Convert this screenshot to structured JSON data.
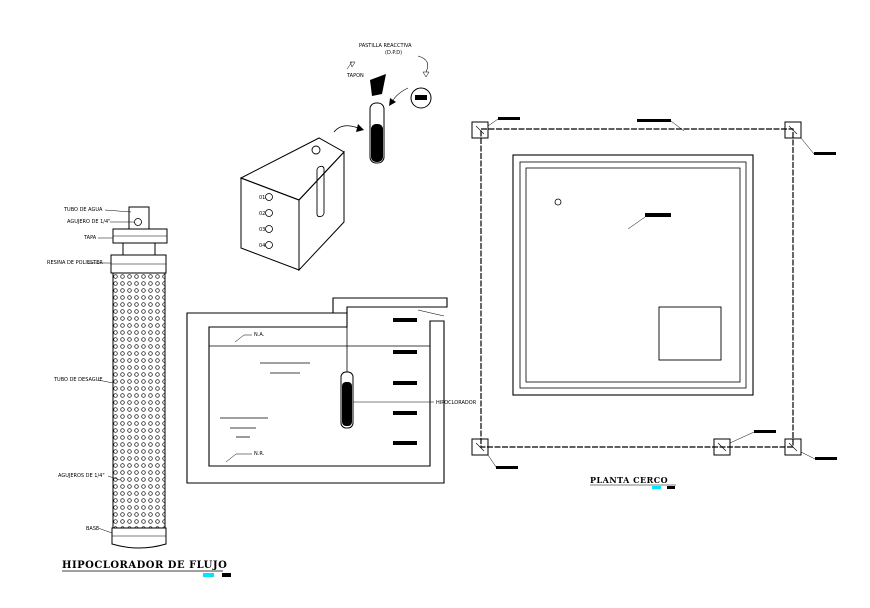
{
  "filter": {
    "labels": {
      "tubo_agua": "TUBO DE AGUA",
      "agujero": "AGUJERO DE 1/4\"",
      "tapa": "TAPA",
      "resina": "RESINA DE POLIESTER",
      "tubo_desague": "TUBO DE DESAGUE",
      "agujeros": "AGUJEROS DE 1/4\"",
      "base": "BASE"
    },
    "title": "HIPOCLORADOR DE FLUJO"
  },
  "device": {
    "tabs": [
      "01",
      "02",
      "03",
      "04"
    ],
    "pastilla": "PASTILLA REACCTIVA",
    "pastilla_sub": "(D.P.D)",
    "tapon": "TAPON"
  },
  "tank": {
    "na": "N.A.",
    "nr": "N.R.",
    "hipoclorador": "HIPOCLORADOR"
  },
  "plan": {
    "title": "PLANTA CERCO"
  },
  "colors": {
    "line": "#000000",
    "accent": "#00e5ff"
  }
}
